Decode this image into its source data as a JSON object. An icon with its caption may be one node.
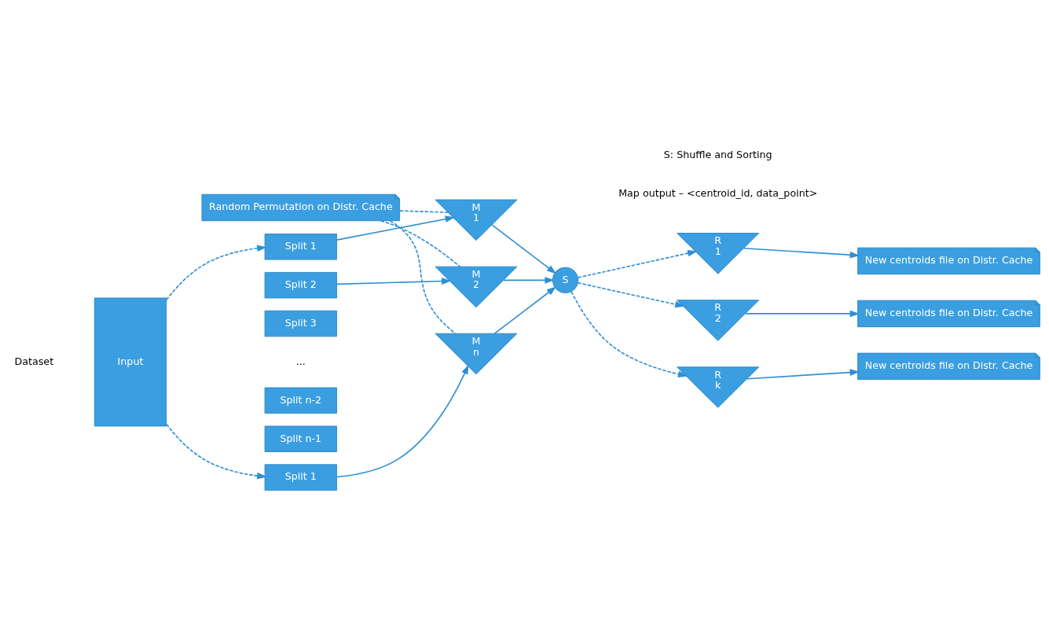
{
  "diagram": {
    "nodes": [
      {
        "text": [
          "Input"
        ]
      },
      {
        "text": [
          "Split 1"
        ]
      },
      {
        "text": [
          "Split 2"
        ]
      },
      {
        "text": [
          "Split 3"
        ]
      },
      {
        "text": [
          "Split n-2"
        ]
      },
      {
        "text": [
          "Split n-1"
        ]
      },
      {
        "text": [
          "Split 1"
        ]
      },
      {
        "text": [
          "Random Permutation on Distr. Cache"
        ]
      },
      {
        "text": [
          "M",
          "1"
        ]
      },
      {
        "text": [
          "M",
          "2"
        ]
      },
      {
        "text": [
          "M",
          "n"
        ]
      },
      {
        "text": [
          "S"
        ]
      },
      {
        "text": [
          "R",
          "1"
        ]
      },
      {
        "text": [
          "R",
          "2"
        ]
      },
      {
        "text": [
          "R",
          "k"
        ]
      },
      {
        "text": [
          "New centroids file on Distr. Cache"
        ]
      },
      {
        "text": [
          "New centroids file on Distr. Cache"
        ]
      },
      {
        "text": [
          "New centroids file on Distr. Cache"
        ]
      }
    ],
    "edges": [
      {
        "from": 0,
        "to": 1,
        "arrow": "to",
        "style": "dashed"
      },
      {
        "from": 0,
        "to": 6,
        "arrow": "to",
        "style": "dashed"
      },
      {
        "from": 1,
        "to": 8,
        "arrow": "to"
      },
      {
        "from": 2,
        "to": 9,
        "arrow": "to"
      },
      {
        "from": 6,
        "to": 10,
        "arrow": "to"
      },
      {
        "from": 7,
        "to": 8,
        "arrow": "none",
        "style": "dashed"
      },
      {
        "from": 7,
        "to": 9,
        "arrow": "none",
        "style": "dashed"
      },
      {
        "from": 7,
        "to": 10,
        "arrow": "none",
        "style": "dashed"
      },
      {
        "from": 8,
        "to": 11,
        "arrow": "to"
      },
      {
        "from": 9,
        "to": 11,
        "arrow": "to"
      },
      {
        "from": 10,
        "to": 11,
        "arrow": "to"
      },
      {
        "from": 11,
        "to": 12,
        "arrow": "to",
        "style": "dashed"
      },
      {
        "from": 11,
        "to": 13,
        "arrow": "to",
        "style": "dashed"
      },
      {
        "from": 11,
        "to": 14,
        "arrow": "to",
        "style": "dashed"
      },
      {
        "from": 12,
        "to": 15,
        "arrow": "to"
      },
      {
        "from": 13,
        "to": 16,
        "arrow": "to"
      },
      {
        "from": 14,
        "to": 17,
        "arrow": "to"
      }
    ],
    "labels": [
      "Dataset",
      "...",
      "S: Shuffle and Sorting",
      "Map output – <centroid_id, data_point>"
    ]
  }
}
